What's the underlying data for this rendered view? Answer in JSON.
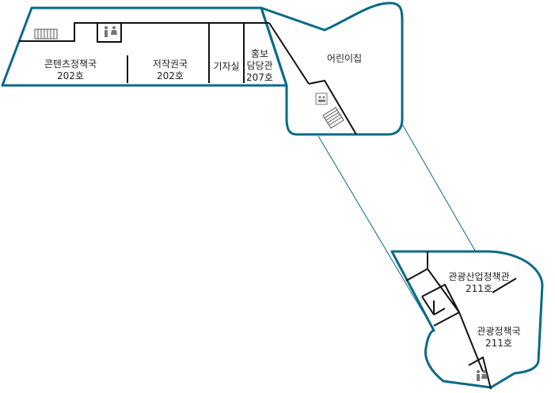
{
  "rooms": {
    "content_policy": {
      "name": "콘텐츠정책국",
      "number": "202호"
    },
    "copyright": {
      "name": "저작권국",
      "number": "202호"
    },
    "press_room": {
      "name": "기자실"
    },
    "pr_office": {
      "name_line1": "홍보",
      "name_line2": "담당관",
      "number": "207호"
    },
    "daycare": {
      "name": "어린이집"
    },
    "tourism_industry": {
      "name": "관광산업정책관",
      "number": "211호"
    },
    "tourism_policy": {
      "name": "관광정책국",
      "number": "211호"
    }
  },
  "icons": [
    "stairs-icon",
    "restroom-icon",
    "elevator-icon"
  ],
  "colors": {
    "outline": "#0a6a87",
    "walls": "#111111",
    "icons": "#777777"
  }
}
